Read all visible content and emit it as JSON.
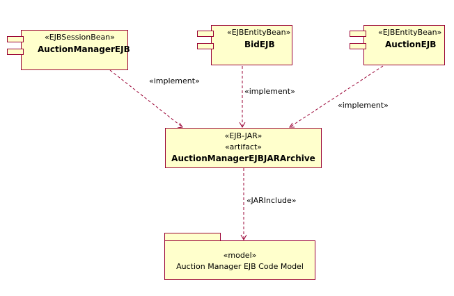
{
  "components": [
    {
      "stereotype": "«EJBSessionBean»",
      "name": "AuctionManagerEJB"
    },
    {
      "stereotype": "«EJBEntityBean»",
      "name": "BidEJB"
    },
    {
      "stereotype": "«EJBEntityBean»",
      "name": "AuctionEJB"
    }
  ],
  "artifact": {
    "stereotype1": "«EJB-JAR»",
    "stereotype2": "«artifact»",
    "name": "AuctionManagerEJBJARArchive"
  },
  "package": {
    "stereotype": "«model»",
    "name": "Auction Manager EJB Code Model"
  },
  "relations": [
    {
      "label": "«implement»"
    },
    {
      "label": "«implement»"
    },
    {
      "label": "«implement»"
    },
    {
      "label": "«JARInclude»"
    }
  ],
  "colors": {
    "fill": "#ffffcc",
    "stroke": "#990033"
  }
}
